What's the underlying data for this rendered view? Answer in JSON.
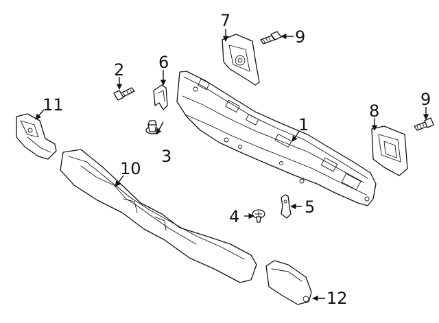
{
  "diagram": {
    "callouts": {
      "c1": "1",
      "c2": "2",
      "c3": "3",
      "c4": "4",
      "c5": "5",
      "c6": "6",
      "c7": "7",
      "c8": "8",
      "c9a": "9",
      "c9b": "9",
      "c10": "10",
      "c11": "11",
      "c12": "12"
    },
    "colors": {
      "line": "#111111",
      "background": "#ffffff"
    }
  }
}
